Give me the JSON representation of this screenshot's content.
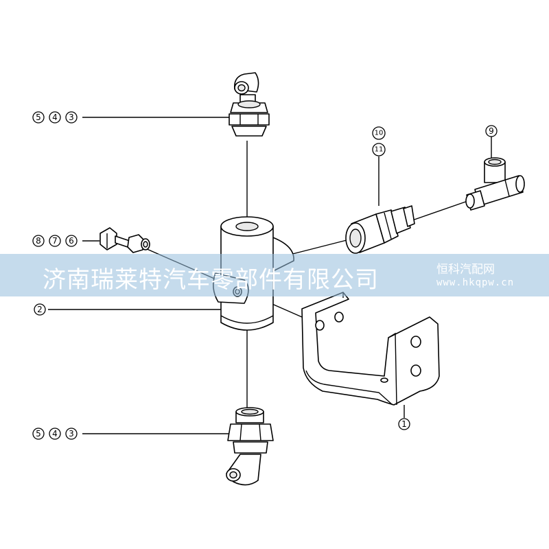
{
  "callouts": {
    "top_fitting": [
      "5",
      "4",
      "3"
    ],
    "bolt": [
      "8",
      "7",
      "6"
    ],
    "valve_body": [
      "2"
    ],
    "bottom_fitting": [
      "5",
      "4",
      "3"
    ],
    "connector_upper": "10",
    "connector_lower": "11",
    "tee": "9",
    "bracket": "1"
  },
  "watermark": {
    "company": "济南瑞莱特汽车零部件有限公司",
    "site_name": "恒科汽配网",
    "site_url": "www.hkqpw.cn"
  }
}
